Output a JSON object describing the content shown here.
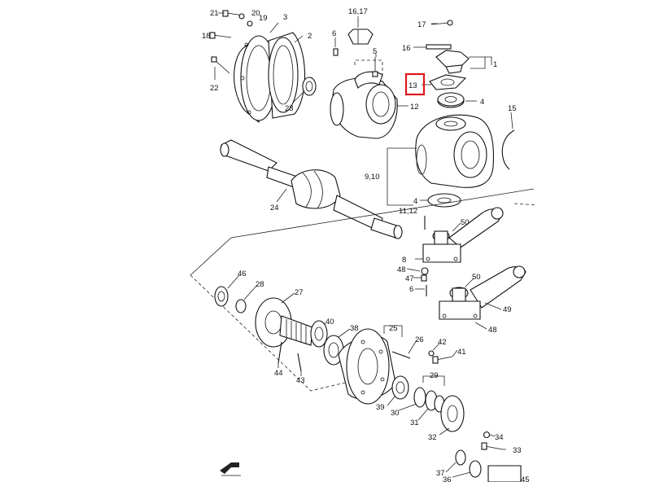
{
  "labels": [
    {
      "id": "l21",
      "text": "21"
    },
    {
      "id": "l20",
      "text": "20"
    },
    {
      "id": "l19",
      "text": "19"
    },
    {
      "id": "l3",
      "text": "3"
    },
    {
      "id": "l2",
      "text": "2"
    },
    {
      "id": "l18",
      "text": "18"
    },
    {
      "id": "l22",
      "text": "22"
    },
    {
      "id": "l23",
      "text": "23"
    },
    {
      "id": "l1617",
      "text": "16,17"
    },
    {
      "id": "l6a",
      "text": "6"
    },
    {
      "id": "l5",
      "text": "5"
    },
    {
      "id": "l12",
      "text": "12"
    },
    {
      "id": "l17",
      "text": "17"
    },
    {
      "id": "l16",
      "text": "16"
    },
    {
      "id": "l1",
      "text": "1"
    },
    {
      "id": "l13",
      "text": "13"
    },
    {
      "id": "l4a",
      "text": "4"
    },
    {
      "id": "l15",
      "text": "15"
    },
    {
      "id": "l910",
      "text": "9,10"
    },
    {
      "id": "l4b",
      "text": "4"
    },
    {
      "id": "l24",
      "text": "24"
    },
    {
      "id": "l1112",
      "text": "11,12"
    },
    {
      "id": "l50a",
      "text": "50"
    },
    {
      "id": "l8",
      "text": "8"
    },
    {
      "id": "l48a",
      "text": "48"
    },
    {
      "id": "l47",
      "text": "47"
    },
    {
      "id": "l6b",
      "text": "6"
    },
    {
      "id": "l50b",
      "text": "50"
    },
    {
      "id": "l49",
      "text": "49"
    },
    {
      "id": "l48b",
      "text": "48"
    },
    {
      "id": "l46",
      "text": "46"
    },
    {
      "id": "l28a",
      "text": "28"
    },
    {
      "id": "l27",
      "text": "27"
    },
    {
      "id": "l40",
      "text": "40"
    },
    {
      "id": "l38",
      "text": "38"
    },
    {
      "id": "l25",
      "text": "25"
    },
    {
      "id": "l26",
      "text": "26"
    },
    {
      "id": "l42",
      "text": "42"
    },
    {
      "id": "l41",
      "text": "41"
    },
    {
      "id": "l44",
      "text": "44"
    },
    {
      "id": "l43",
      "text": "43"
    },
    {
      "id": "l29",
      "text": "29"
    },
    {
      "id": "l39",
      "text": "39"
    },
    {
      "id": "l30",
      "text": "30"
    },
    {
      "id": "l31",
      "text": "31"
    },
    {
      "id": "l32",
      "text": "32"
    },
    {
      "id": "l34",
      "text": "34"
    },
    {
      "id": "l33",
      "text": "33"
    },
    {
      "id": "l37",
      "text": "37"
    },
    {
      "id": "l36",
      "text": "36"
    },
    {
      "id": "l45",
      "text": "45"
    }
  ],
  "highlighted_part": "13",
  "highlight_color": "#e0161b",
  "direction_icon": "front-arrow-icon"
}
